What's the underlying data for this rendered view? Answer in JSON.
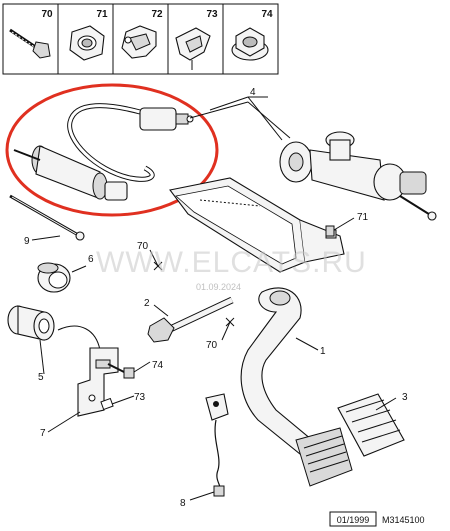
{
  "header_parts": [
    {
      "ref": "70",
      "icon": "bolt-icon"
    },
    {
      "ref": "71",
      "icon": "hex-nut-icon"
    },
    {
      "ref": "72",
      "icon": "clip-icon"
    },
    {
      "ref": "73",
      "icon": "clip-icon"
    },
    {
      "ref": "74",
      "icon": "flange-nut-icon"
    }
  ],
  "callouts": {
    "c1": "1",
    "c2": "2",
    "c3": "3",
    "c4": "4",
    "c5": "5",
    "c6": "6",
    "c7": "7",
    "c8": "8",
    "c9": "9",
    "c70a": "70",
    "c70b": "70",
    "c71": "71",
    "c73": "73",
    "c74": "74"
  },
  "watermark": {
    "text": "WWW.ELCATS.RU",
    "date": "01.09.2024"
  },
  "footer": {
    "date": "01/1999",
    "ref": "M3145100"
  },
  "highlight_color": "#e03020"
}
